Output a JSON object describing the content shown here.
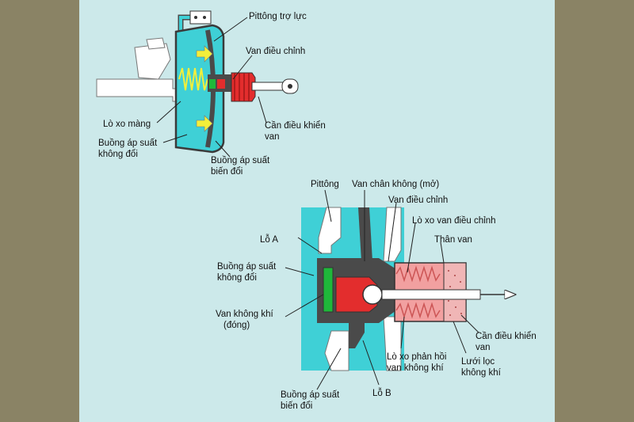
{
  "colors": {
    "background": "#cce9ea",
    "side_bars": "#8a8365",
    "chamber": "#3fd0d6",
    "body_dark": "#4a4a4a",
    "seal_red": "#e32d2d",
    "spring_pink": "#f2a0a0",
    "filter_pink": "#f0b6b6",
    "valve_green": "#1fb83a",
    "arrow_yellow": "#f3ef3a"
  },
  "top_diagram": {
    "labels": {
      "piston": "Pittông trợ lực",
      "control_valve": "Van điều chỉnh",
      "diaphragm_spring": "Lò xo màng",
      "valve_rod_1": "Cần điều khiển",
      "valve_rod_2": "van",
      "const_chamber_1": "Buồng áp suất",
      "const_chamber_2": "không đổi",
      "var_chamber_1": "Buồng áp suất",
      "var_chamber_2": "biến đổi"
    }
  },
  "bottom_diagram": {
    "labels": {
      "piston": "Pittông",
      "vacuum_valve": "Van chân không (mở)",
      "control_valve": "Van điều chỉnh",
      "control_valve_spring": "Lò xo van điều chỉnh",
      "valve_body": "Thân van",
      "port_a": "Lỗ A",
      "const_chamber_1": "Buồng áp suất",
      "const_chamber_2": "không đổi",
      "air_valve_1": "Van không khí",
      "air_valve_2": "(đóng)",
      "valve_rod_1": "Cần điều khiển",
      "valve_rod_2": "van",
      "air_return_spring_1": "Lò xo phản hồi",
      "air_return_spring_2": "van không khí",
      "air_filter_1": "Lưới lọc",
      "air_filter_2": "không khí",
      "var_chamber_1": "Buồng áp suất",
      "var_chamber_2": "biến đổi",
      "port_b": "Lỗ B"
    }
  }
}
